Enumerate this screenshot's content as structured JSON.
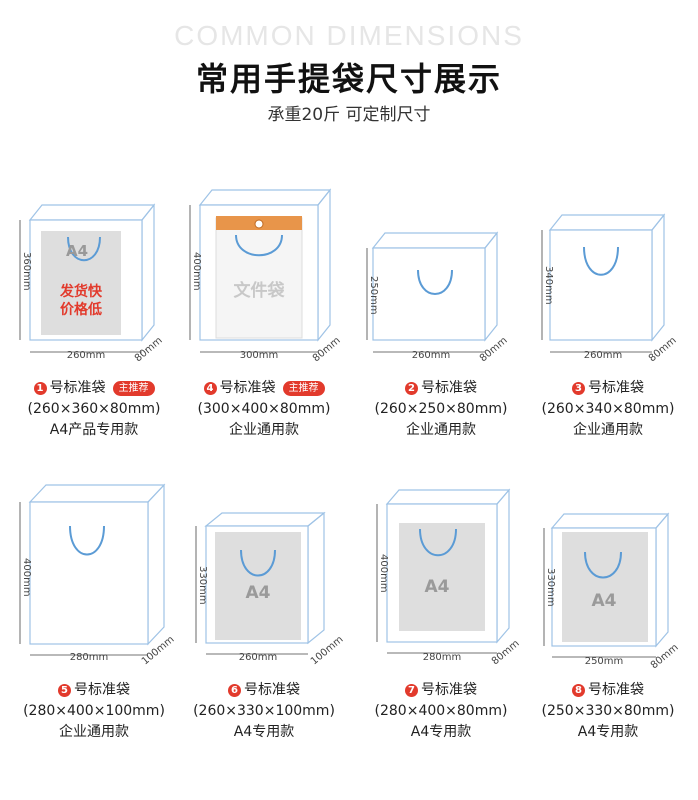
{
  "header": {
    "english": "COMMON DIMENSIONS",
    "title": "常用手提袋尺寸展示",
    "subtitle": "承重20斤 可定制尺寸"
  },
  "bags": [
    {
      "num": "1",
      "name": "号标准袋",
      "badge": "主推荐",
      "size": "(260×360×80mm)",
      "use": "A4产品专用款",
      "w": "260mm",
      "h": "360mm",
      "d": "80mm",
      "inner": "A4",
      "promo1": "发货快",
      "promo2": "价格低"
    },
    {
      "num": "4",
      "name": "号标准袋",
      "badge": "主推荐",
      "size": "(300×400×80mm)",
      "use": "企业通用款",
      "w": "300mm",
      "h": "400mm",
      "d": "80mm",
      "inner": "文件袋"
    },
    {
      "num": "2",
      "name": "号标准袋",
      "size": "(260×250×80mm)",
      "use": "企业通用款",
      "w": "260mm",
      "h": "250mm",
      "d": "80mm"
    },
    {
      "num": "3",
      "name": "号标准袋",
      "size": "(260×340×80mm)",
      "use": "企业通用款",
      "w": "260mm",
      "h": "340mm",
      "d": "80mm"
    },
    {
      "num": "5",
      "name": "号标准袋",
      "size": "(280×400×100mm)",
      "use": "企业通用款",
      "w": "280mm",
      "h": "400mm",
      "d": "100mm"
    },
    {
      "num": "6",
      "name": "号标准袋",
      "size": "(260×330×100mm)",
      "use": "A4专用款",
      "w": "260mm",
      "h": "330mm",
      "d": "100mm",
      "inner": "A4"
    },
    {
      "num": "7",
      "name": "号标准袋",
      "size": "(280×400×80mm)",
      "use": "A4专用款",
      "w": "280mm",
      "h": "400mm",
      "d": "80mm",
      "inner": "A4"
    },
    {
      "num": "8",
      "name": "号标准袋",
      "size": "(250×330×80mm)",
      "use": "A4专用款",
      "w": "250mm",
      "h": "330mm",
      "d": "80mm",
      "inner": "A4"
    }
  ],
  "colors": {
    "accent": "#e23a2c",
    "outline": "#9fc3e6",
    "handle": "#5b9bd5",
    "insert": "#dedede",
    "envelope_flap": "#e8954a"
  }
}
